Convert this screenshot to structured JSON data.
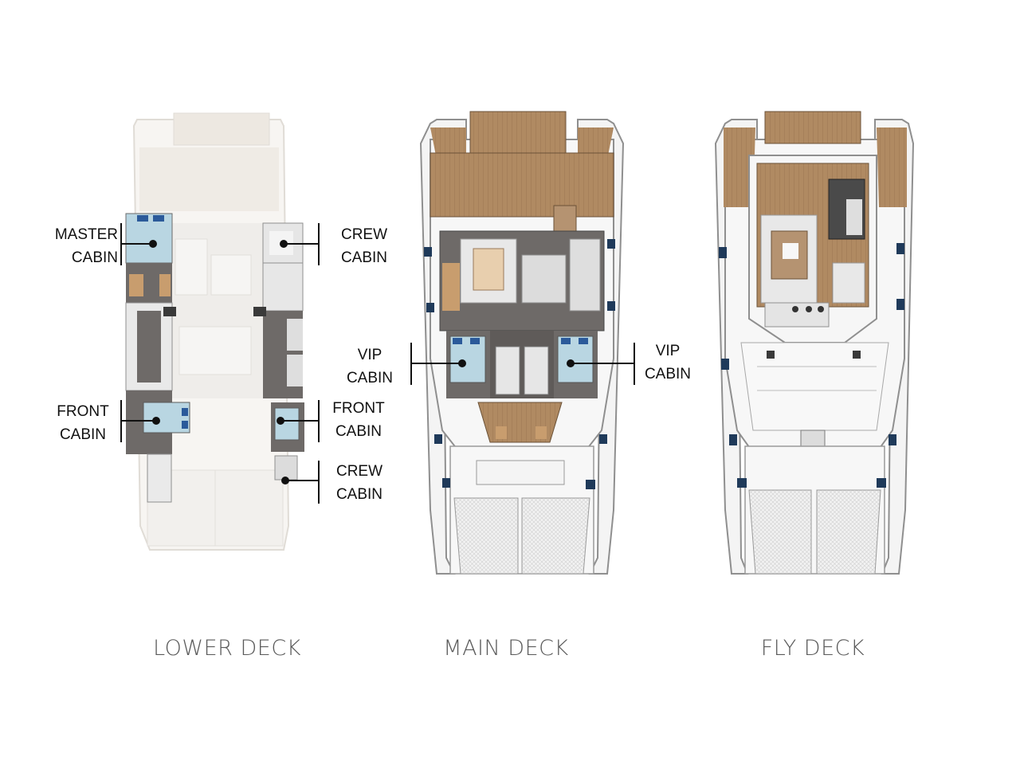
{
  "decks": [
    {
      "id": "lower",
      "title": "LOWER DECK"
    },
    {
      "id": "main",
      "title": "MAIN DECK"
    },
    {
      "id": "fly",
      "title": "FLY DECK"
    }
  ],
  "callouts": {
    "master_cabin": {
      "line1": "MASTER",
      "line2": "CABIN"
    },
    "crew_cabin_top": {
      "line1": "CREW",
      "line2": "CABIN"
    },
    "front_cabin_left": {
      "line1": "FRONT",
      "line2": "CABIN"
    },
    "front_cabin_right": {
      "line1": "FRONT",
      "line2": "CABIN"
    },
    "crew_cabin_bottom": {
      "line1": "CREW",
      "line2": "CABIN"
    },
    "vip_cabin_left": {
      "line1": "VIP",
      "line2": "CABIN"
    },
    "vip_cabin_right": {
      "line1": "VIP",
      "line2": "CABIN"
    }
  },
  "colors": {
    "teak": "#b08a62",
    "teak_dark": "#8a6a48",
    "interior_floor": "#6e6a68",
    "cabin_blue": "#b9d6e2",
    "window_blue": "#1f3a5a",
    "hull": "#f4f4f4",
    "outline": "#9a9a9a",
    "faded": "#e8e4de"
  }
}
